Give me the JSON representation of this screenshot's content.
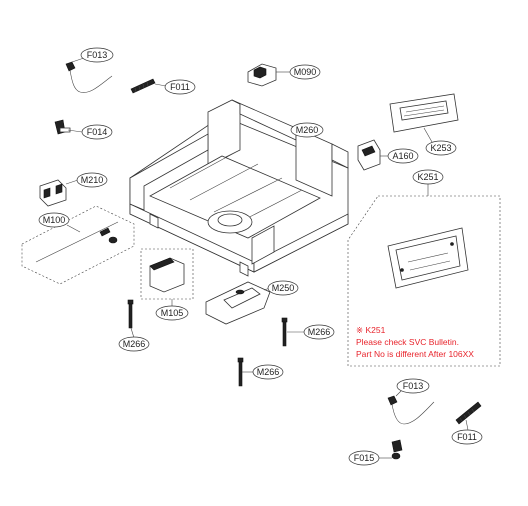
{
  "labels": {
    "f013_top": "F013",
    "f011_top": "F011",
    "m090": "M090",
    "f014": "F014",
    "m260": "M260",
    "k253": "K253",
    "a160": "A160",
    "m210": "M210",
    "k251_box": "K251",
    "m100": "M100",
    "m250": "M250",
    "m105": "M105",
    "m266_left": "M266",
    "m266_right": "M266",
    "m266_bottom": "M266",
    "f013_bottom": "F013",
    "f011_bottom": "F011",
    "f015": "F015"
  },
  "note": {
    "line1": "※ K251",
    "line2": "Please check SVC Bulletin.",
    "line3": "Part No is different After 106XX"
  },
  "colors": {
    "note_text": "#e8242c",
    "note_border": "#e8242c",
    "line": "#333333"
  }
}
